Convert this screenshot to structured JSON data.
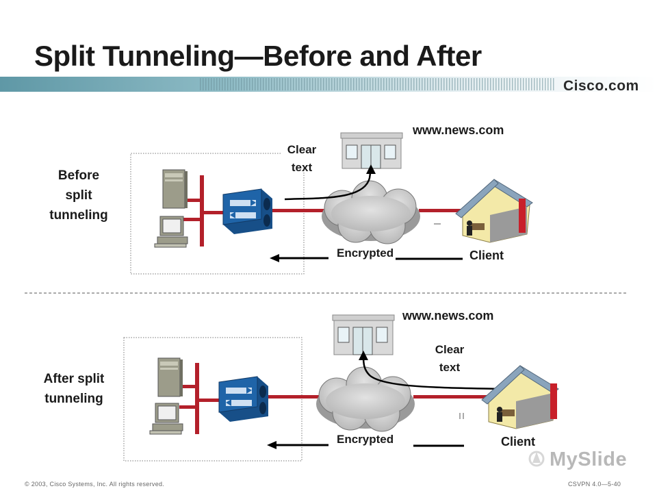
{
  "title": "Split Tunneling—Before and After",
  "brand": "Cisco.com",
  "before": {
    "label_lines": [
      "Before",
      "split",
      "tunneling"
    ],
    "site": "www.news.com",
    "clear_text_lines": [
      "Clear",
      "text"
    ],
    "encrypted": "Encrypted",
    "client": "Client"
  },
  "after": {
    "label_lines": [
      "After split",
      "tunneling"
    ],
    "site": "www.news.com",
    "clear_text_lines": [
      "Clear",
      "text"
    ],
    "encrypted": "Encrypted",
    "client": "Client"
  },
  "footer": {
    "copyright": "© 2003, Cisco Systems, Inc. All rights reserved.",
    "course": "CSVPN 4.0—5-40"
  },
  "watermark": "MySlide",
  "colors": {
    "header_teal": "#6aa4b0",
    "link_red": "#b3202a",
    "concentrator_blue": "#1f64a8",
    "cloud_gray": "#c8c8c8",
    "house_roof": "#8aa4bc",
    "house_wall": "#f3e9a8"
  }
}
